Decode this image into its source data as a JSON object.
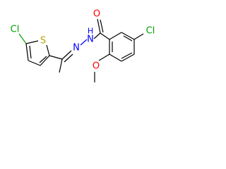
{
  "atoms": {
    "cl_thiophene": "Cl",
    "s_thiophene": "S",
    "n_imine": "N",
    "n_hydrazide": "N",
    "h_hydrazide": "H",
    "o_carbonyl": "O",
    "cl_benzene": "Cl",
    "o_methoxy": "O"
  },
  "colors": {
    "bond": "#000000",
    "chlorine": "#00a000",
    "sulfur": "#b8a000",
    "nitrogen": "#0000ff",
    "oxygen": "#ff0000"
  }
}
